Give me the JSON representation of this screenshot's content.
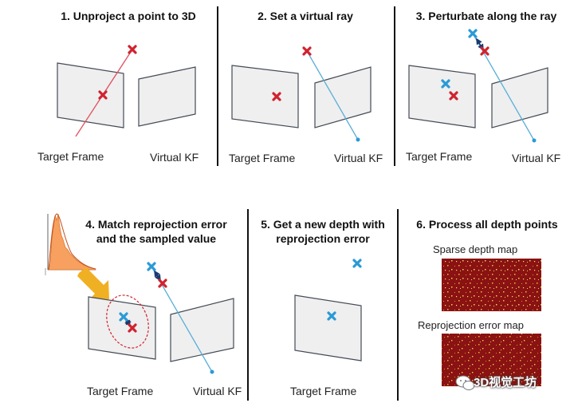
{
  "panels": [
    {
      "title": "1. Unproject a point to 3D",
      "left_label": "Target Frame",
      "right_label": "Virtual KF"
    },
    {
      "title": "2. Set a virtual ray",
      "left_label": "Target Frame",
      "right_label": "Virtual KF"
    },
    {
      "title": "3. Perturbate along the ray",
      "left_label": "Target Frame",
      "right_label": "Virtual KF"
    },
    {
      "title": "4. Match reprojection error and the sampled value",
      "left_label": "Target Frame",
      "right_label": "Virtual KF"
    },
    {
      "title": "5. Get a new depth with reprojection error",
      "left_label": "Target Frame"
    },
    {
      "title": "6. Process all depth points",
      "map1_label": "Sparse depth map",
      "map2_label": "Reprojection error map"
    }
  ],
  "watermark": "3D视觉工坊",
  "colors": {
    "red_marker": "#d0232f",
    "blue_marker": "#2a9ad6",
    "ray_red": "#e05060",
    "ray_blue": "#5aaed8",
    "frame_fill": "#efefef",
    "frame_stroke": "#444b56",
    "arrow_orange": "#f0b024",
    "histogram_fill": "#f7a060",
    "map_bg": "#8a1212"
  },
  "icons": [
    "cross-marker-icon",
    "wechat-icon"
  ]
}
